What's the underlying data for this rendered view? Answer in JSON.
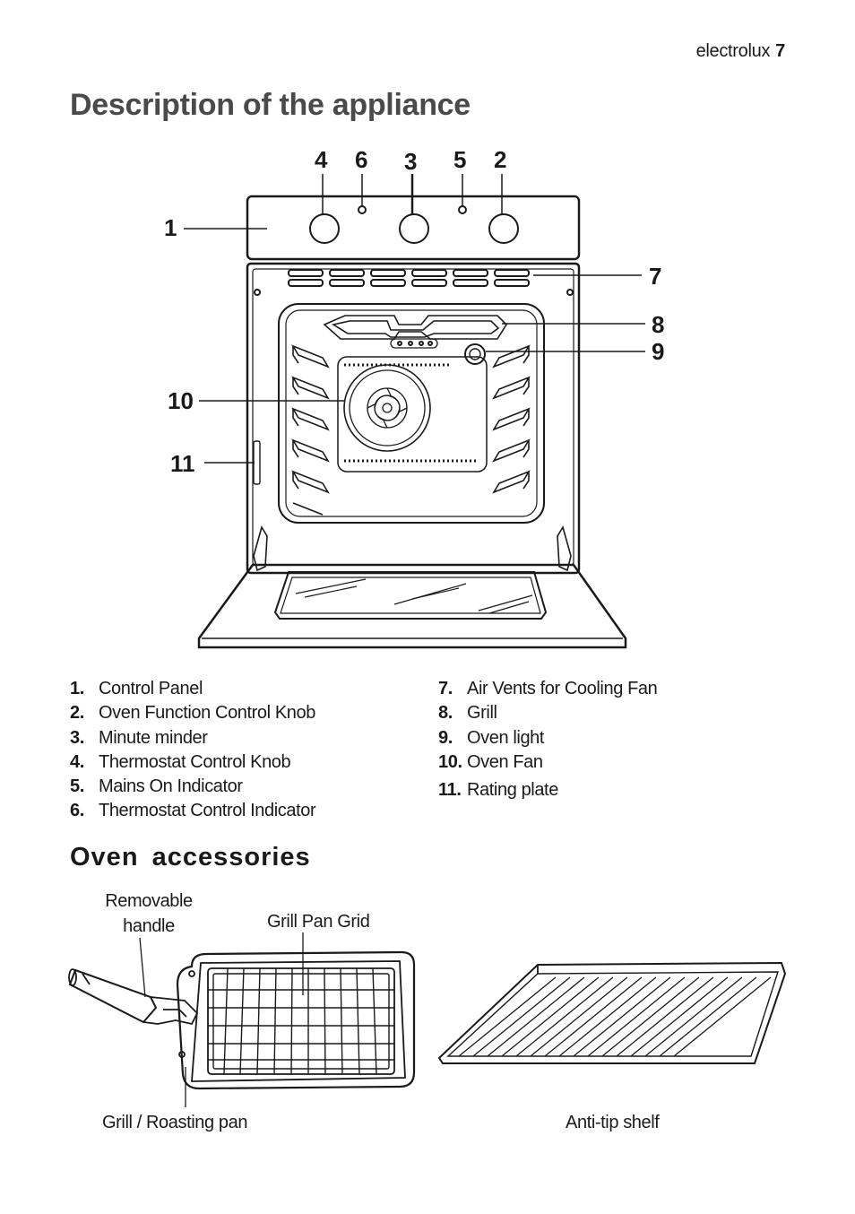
{
  "header": {
    "brand": "electrolux",
    "page_number": "7"
  },
  "title": "Description of the appliance",
  "diagram_callouts": [
    "1",
    "2",
    "3",
    "4",
    "5",
    "6",
    "7",
    "8",
    "9",
    "10",
    "11"
  ],
  "legend": {
    "left": [
      {
        "num": "1.",
        "label": "Control Panel"
      },
      {
        "num": "2.",
        "label": "Oven Function Control Knob"
      },
      {
        "num": "3.",
        "label": "Minute minder"
      },
      {
        "num": "4.",
        "label": "Thermostat Control Knob"
      },
      {
        "num": "5.",
        "label": "Mains On Indicator"
      },
      {
        "num": "6.",
        "label": "Thermostat Control Indicator"
      }
    ],
    "right": [
      {
        "num": "7.",
        "label": "Air Vents for Cooling Fan"
      },
      {
        "num": "8.",
        "label": "Grill"
      },
      {
        "num": "9.",
        "label": "Oven light"
      },
      {
        "num": "10.",
        "label": "Oven Fan"
      },
      {
        "num": "11.",
        "label": "Rating plate"
      }
    ]
  },
  "accessories": {
    "title": "Oven accessories",
    "removable_handle": "Removable handle",
    "grill_pan_grid": "Grill Pan Grid",
    "grill_roasting_pan": "Grill / Roasting pan",
    "anti_tip_shelf": "Anti-tip shelf"
  }
}
